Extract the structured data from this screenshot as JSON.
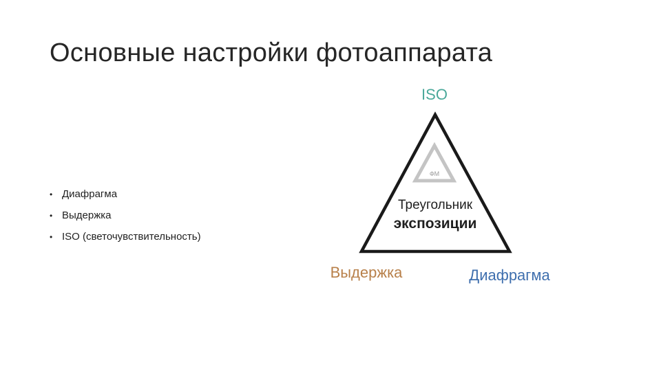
{
  "slide": {
    "title": "Основные настройки фотоаппарата",
    "bullets": [
      "Диафрагма",
      "Выдержка",
      "ISO (светочувствительность)"
    ]
  },
  "diagram": {
    "center_line1": "Треугольник",
    "center_line2": "экспозиции",
    "vertices": {
      "top": {
        "label": "ISO",
        "color": "#4aa89a"
      },
      "bottom_left": {
        "label": "Выдержка",
        "color": "#b8804a"
      },
      "bottom_right": {
        "label": "Диафрагма",
        "color": "#3f6fae"
      }
    },
    "watermark_logo": "ФМ"
  },
  "colors": {
    "triangle_stroke": "#1a1a1a",
    "logo_gray": "#bdbdbd"
  }
}
